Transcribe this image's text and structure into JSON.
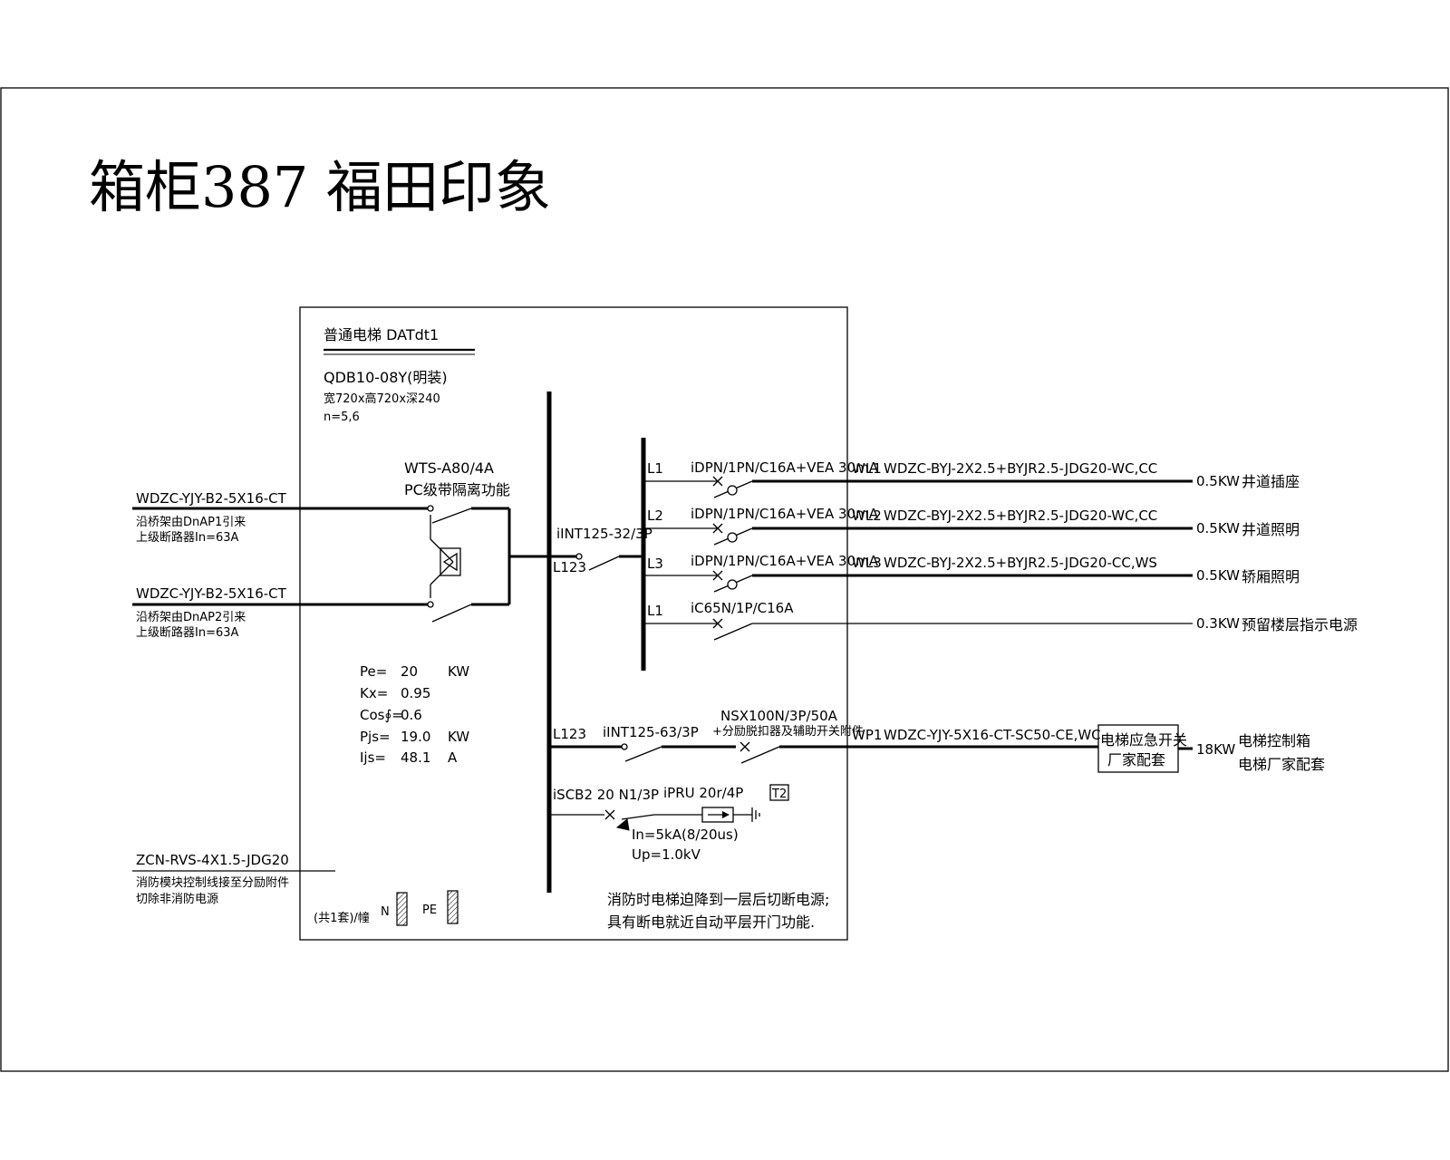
{
  "title": "箱柜387 福田印象",
  "panel": {
    "name": "普通电梯 DATdt1",
    "model": "QDB10-08Y(明装)",
    "dimensions": "宽720x高720x深240",
    "n": "n=5,6",
    "footer_set": "(共1套)/幢",
    "n_label": "N",
    "pe_label": "PE"
  },
  "incoming": [
    {
      "cable": "WDZC-YJY-B2-5X16-CT",
      "note1": "沿桥架由DnAP1引来",
      "note2": "上级断路器In=63A"
    },
    {
      "cable": "WDZC-YJY-B2-5X16-CT",
      "note1": "沿桥架由DnAP2引来",
      "note2": "上级断路器In=63A"
    }
  ],
  "control_cable": {
    "cable": "ZCN-RVS-4X1.5-JDG20",
    "note1": "消防模块控制线接至分励附件",
    "note2": "切除非消防电源"
  },
  "ats": {
    "model": "WTS-A80/4A",
    "desc": "PC级带隔离功能"
  },
  "main_switch": {
    "model": "iINT125-32/3P",
    "phase": "L123"
  },
  "load": [
    {
      "label": "Pe=",
      "value": "20",
      "unit": "KW"
    },
    {
      "label": "Kx=",
      "value": "0.95",
      "unit": ""
    },
    {
      "label": "Cos∮=",
      "value": "0.6",
      "unit": ""
    },
    {
      "label": "Pjs=",
      "value": "19.0",
      "unit": "KW"
    },
    {
      "label": "Ijs=",
      "value": "48.1",
      "unit": "A"
    }
  ],
  "circuits": [
    {
      "phase": "L1",
      "breaker": "iDPN/1PN/C16A+VEA  30mA",
      "id": "WL1",
      "cable": "WDZC-BYJ-2X2.5+BYJR2.5-JDG20-WC,CC",
      "power": "0.5KW",
      "load": "井道插座"
    },
    {
      "phase": "L2",
      "breaker": "iDPN/1PN/C16A+VEA  30mA",
      "id": "WL2",
      "cable": "WDZC-BYJ-2X2.5+BYJR2.5-JDG20-WC,CC",
      "power": "0.5KW",
      "load": "井道照明"
    },
    {
      "phase": "L3",
      "breaker": "iDPN/1PN/C16A+VEA  30mA",
      "id": "WL3",
      "cable": "WDZC-BYJ-2X2.5+BYJR2.5-JDG20-CC,WS",
      "power": "0.5KW",
      "load": "轿厢照明"
    },
    {
      "phase": "L1",
      "breaker": "iC65N/1P/C16A",
      "id": "",
      "cable": "",
      "power": "0.3KW",
      "load": "预留楼层指示电源"
    }
  ],
  "elevator_circuit": {
    "phase": "L123",
    "switch": "iINT125-63/3P",
    "breaker": "NSX100N/3P/50A",
    "breaker_note": "+分励脱扣器及辅助开关附件",
    "id": "WP1",
    "cable": "WDZC-YJY-5X16-CT-SC50-CE,WC",
    "box1": "电梯应急开关",
    "box2": "厂家配套",
    "power": "18KW",
    "load1": "电梯控制箱",
    "load2": "电梯厂家配套"
  },
  "spd": {
    "breaker": "iSCB2 20 N1/3P",
    "spd": "iPRU 20r/4P",
    "class": "T2",
    "in": "In=5kA(8/20us)",
    "up": "Up=1.0kV"
  },
  "note": {
    "line1": "消防时电梯迫降到一层后切断电源;",
    "line2": "具有断电就近自动平层开门功能."
  }
}
